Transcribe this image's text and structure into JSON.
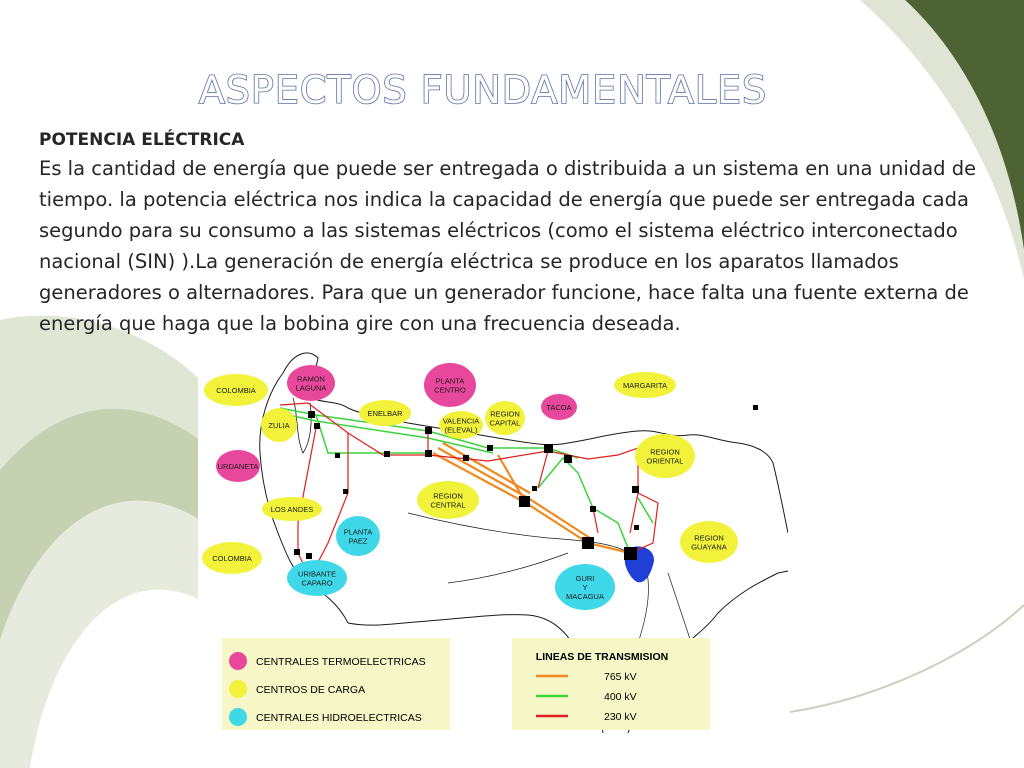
{
  "slide": {
    "title": "ASPECTOS FUNDAMENTALES",
    "subheading": "POTENCIA ELÉCTRICA",
    "body": "Es la cantidad de energía que puede ser entregada o distribuida a un sistema en una unidad de tiempo. la potencia eléctrica nos indica la capacidad de energía que puede ser entregada cada segundo para su consumo a las sistemas eléctricos (como el sistema eléctrico interconectado nacional (SIN) ).La generación de energía eléctrica se produce en los aparatos llamados generadores o alternadores. Para que un generador funcione, hace falta una fuente externa de energía  que haga que la bobina gire con una frecuencia deseada."
  },
  "map": {
    "nodes": [
      {
        "id": "colombia-north",
        "type": "carga",
        "lines": [
          "COLOMBIA"
        ]
      },
      {
        "id": "ramon-laguna",
        "type": "termo",
        "lines": [
          "RAMON",
          "LAGUNA"
        ]
      },
      {
        "id": "planta-centro",
        "type": "termo",
        "lines": [
          "PLANTA",
          "CENTRO"
        ]
      },
      {
        "id": "margarita",
        "type": "carga",
        "lines": [
          "MARGARITA"
        ]
      },
      {
        "id": "zulia",
        "type": "carga",
        "lines": [
          "ZULIA"
        ]
      },
      {
        "id": "enelbar",
        "type": "carga",
        "lines": [
          "ENELBAR"
        ]
      },
      {
        "id": "valencia",
        "type": "carga",
        "lines": [
          "VALENCIA",
          "(ELEVAL)"
        ]
      },
      {
        "id": "region-capital",
        "type": "carga",
        "lines": [
          "REGION",
          "CAPITAL"
        ]
      },
      {
        "id": "tacoa",
        "type": "termo",
        "lines": [
          "TACOA"
        ]
      },
      {
        "id": "region-oriental",
        "type": "carga",
        "lines": [
          "REGION",
          "ORIENTAL"
        ]
      },
      {
        "id": "urdaneta",
        "type": "termo",
        "lines": [
          "URDANETA"
        ]
      },
      {
        "id": "region-central",
        "type": "carga",
        "lines": [
          "REGION",
          "CENTRAL"
        ]
      },
      {
        "id": "los-andes",
        "type": "carga",
        "lines": [
          "LOS ANDES"
        ]
      },
      {
        "id": "planta-paez",
        "type": "hidro",
        "lines": [
          "PLANTA",
          "PAEZ"
        ]
      },
      {
        "id": "region-guayana",
        "type": "carga",
        "lines": [
          "REGION",
          "GUAYANA"
        ]
      },
      {
        "id": "colombia-south",
        "type": "carga",
        "lines": [
          "COLOMBIA"
        ]
      },
      {
        "id": "uribante-caparo",
        "type": "hidro",
        "lines": [
          "URIBANTE",
          "CAPARO"
        ]
      },
      {
        "id": "guri-macagua",
        "type": "hidro",
        "lines": [
          "GURI",
          "Y",
          "MACAGUA"
        ]
      }
    ],
    "legend_plants": {
      "items": [
        {
          "label": "CENTRALES TERMOELECTRICAS",
          "color": "#e8489c"
        },
        {
          "label": "CENTROS DE CARGA",
          "color": "#f2f23a"
        },
        {
          "label": "CENTRALES HIDROELECTRICAS",
          "color": "#3fd8e8"
        }
      ]
    },
    "legend_lines": {
      "title": "LINEAS DE TRANSMISION",
      "items": [
        {
          "label": "765  kV",
          "color": "#f08a1e"
        },
        {
          "label": "400 kV",
          "color": "#3ad43a"
        },
        {
          "label": "230 kV",
          "color": "#e02020"
        }
      ]
    }
  }
}
